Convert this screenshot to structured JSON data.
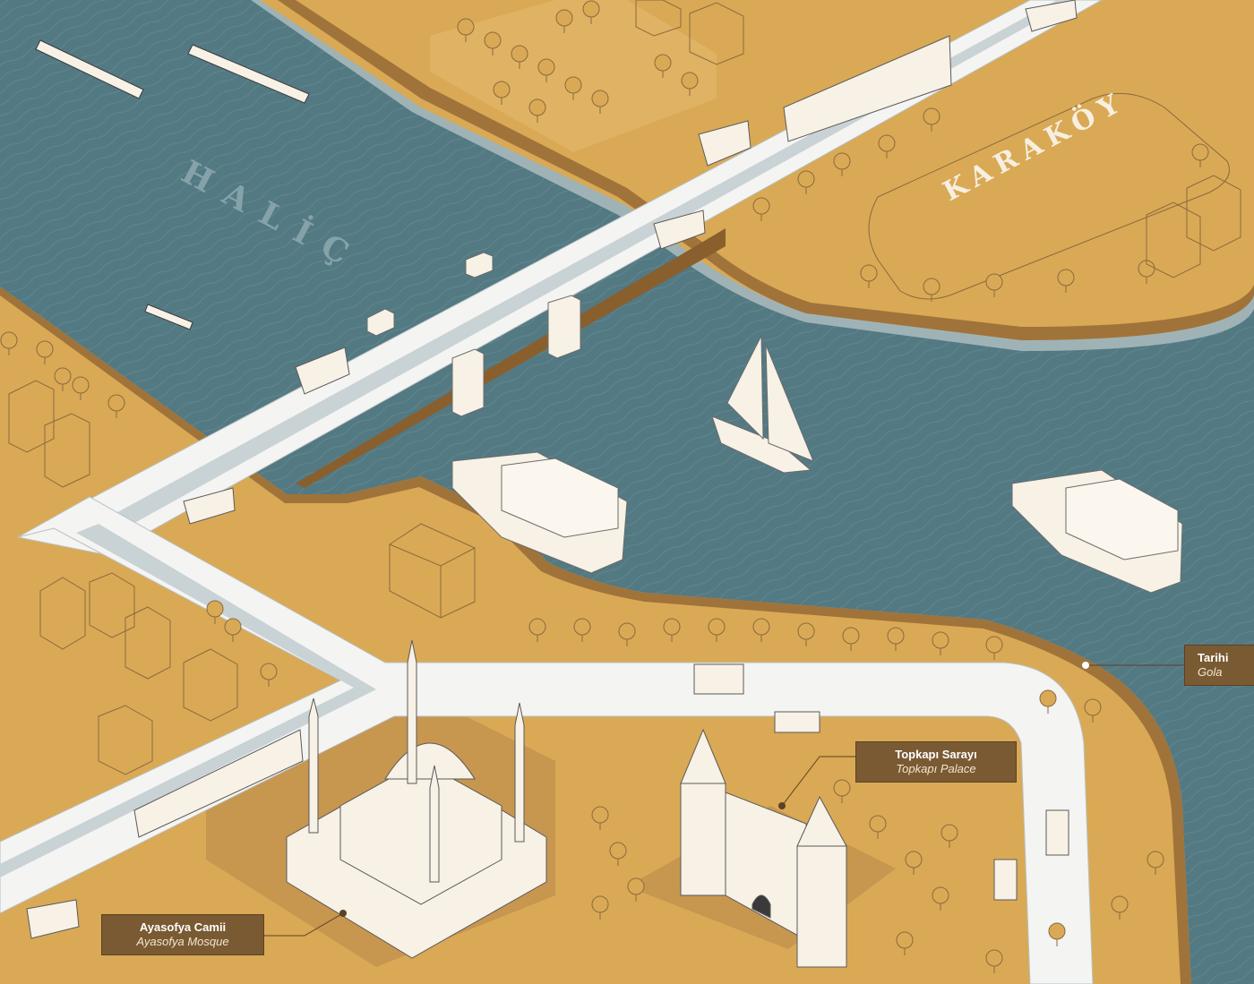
{
  "map": {
    "water_name": "HALİÇ",
    "district_name": "KARAKÖY",
    "landmarks": [
      {
        "id": "ayasofya",
        "name_tr": "Ayasofya Camii",
        "name_en": "Ayasofya Mosque"
      },
      {
        "id": "topkapi",
        "name_tr": "Topkapı Sarayı",
        "name_en": "Topkapı Palace"
      },
      {
        "id": "tarihi",
        "name_tr": "Tarihi",
        "name_en": "Gola"
      }
    ],
    "colors": {
      "land": "#d9a955",
      "land_dark": "#a0733a",
      "water": "#537983",
      "water_shore": "#9fb3b6",
      "road": "#f4f4f2",
      "road_lane": "#c9d2d4",
      "label_bg": "#7a5a32",
      "building": "#f7f1e6"
    }
  }
}
